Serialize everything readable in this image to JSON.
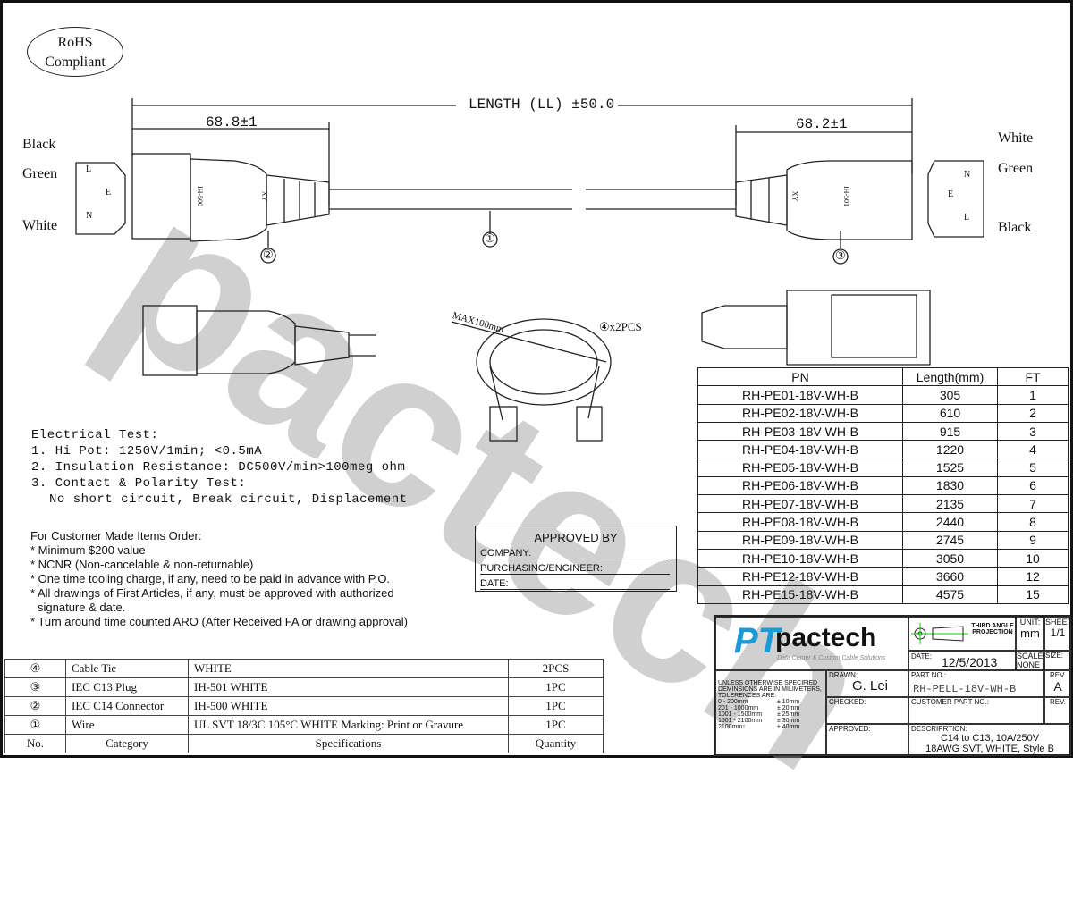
{
  "rohs": [
    "RoHS",
    "Compliant"
  ],
  "dimensions": {
    "length": "LENGTH (LL) ±50.0",
    "left": "68.8±1",
    "right": "68.2±1"
  },
  "wire_colors_left": [
    "Black",
    "Green",
    "White"
  ],
  "wire_colors_right": [
    "White",
    "Green",
    "Black"
  ],
  "pin_letters": {
    "left": [
      "L",
      "E",
      "N"
    ],
    "right": [
      "N",
      "E",
      "L"
    ]
  },
  "connector_marks": {
    "c14": "IH-500",
    "c13": "IH-501",
    "xy": "XY"
  },
  "callouts": {
    "wire": "①",
    "c14": "②",
    "c13": "③",
    "tie": "④x2PCS",
    "max": "MAX100mm"
  },
  "electrical_test": {
    "title": "Electrical Test:",
    "items": [
      "1. Hi Pot: 1250V/1min; <0.5mA",
      "2. Insulation Resistance: DC500V/min>100meg ohm",
      "3. Contact & Polarity Test:",
      "No short circuit, Break circuit, Displacement"
    ]
  },
  "customer_order": {
    "title": "For Customer Made Items Order:",
    "items": [
      "* Minimum $200 value",
      "* NCNR (Non-cancelable & non-returnable)",
      "* One time tooling charge, if any, need to be paid in advance with P.O.",
      "* All drawings of First Articles, if any, must be approved with authorized",
      "signature & date.",
      "* Turn around time counted ARO (After Received FA or drawing approval)"
    ]
  },
  "approved": {
    "title": "APPROVED  BY",
    "fields": [
      "COMPANY:",
      "PURCHASING/ENGINEER:",
      "DATE:"
    ]
  },
  "pn_table": {
    "headers": [
      "PN",
      "Length(mm)",
      "FT"
    ],
    "rows": [
      [
        "RH-PE01-18V-WH-B",
        "305",
        "1"
      ],
      [
        "RH-PE02-18V-WH-B",
        "610",
        "2"
      ],
      [
        "RH-PE03-18V-WH-B",
        "915",
        "3"
      ],
      [
        "RH-PE04-18V-WH-B",
        "1220",
        "4"
      ],
      [
        "RH-PE05-18V-WH-B",
        "1525",
        "5"
      ],
      [
        "RH-PE06-18V-WH-B",
        "1830",
        "6"
      ],
      [
        "RH-PE07-18V-WH-B",
        "2135",
        "7"
      ],
      [
        "RH-PE08-18V-WH-B",
        "2440",
        "8"
      ],
      [
        "RH-PE09-18V-WH-B",
        "2745",
        "9"
      ],
      [
        "RH-PE10-18V-WH-B",
        "3050",
        "10"
      ],
      [
        "RH-PE12-18V-WH-B",
        "3660",
        "12"
      ],
      [
        "RH-PE15-18V-WH-B",
        "4575",
        "15"
      ]
    ]
  },
  "bom": {
    "headers": [
      "No.",
      "Category",
      "Specifications",
      "Quantity"
    ],
    "rows": [
      [
        "④",
        "Cable Tie",
        "WHITE",
        "2PCS"
      ],
      [
        "③",
        "IEC C13 Plug",
        "IH-501 WHITE",
        "1PC"
      ],
      [
        "②",
        "IEC C14 Connector",
        "IH-500 WHITE",
        "1PC"
      ],
      [
        "①",
        "Wire",
        "UL SVT 18/3C 105°C WHITE Marking: Print or Gravure",
        "1PC"
      ]
    ]
  },
  "title_block": {
    "logo": "pactech",
    "logo_mark": "PT",
    "tagline": "Data Center & Custom Cable Solutions",
    "projection": "THIRD ANGLE PROJECTION",
    "unit_label": "UNIT:",
    "unit": "mm",
    "sheet_label": "SHEET:",
    "sheet": "1/1",
    "date_label": "DATE:",
    "date": "12/5/2013",
    "scale_label": "SCALE:",
    "scale": "NONE",
    "size_label": "SIZE:",
    "tolerance_title": [
      "UNLESS OTHERWISE SPECIFIED",
      "DEMINSIONS ARE IN MILIMETERS,",
      "TOLERENCES ARE:"
    ],
    "tolerances": [
      [
        "0 - 200mm",
        "± 10mm"
      ],
      [
        "201 - 1000mm",
        "± 20mm"
      ],
      [
        "1001 - 1500mm",
        "± 25mm"
      ],
      [
        "1501 - 2100mm",
        "± 30mm"
      ],
      [
        "2100mm↑",
        "± 40mm"
      ]
    ],
    "drawn_label": "DRAWN:",
    "drawn": "G. Lei",
    "checked_label": "CHECKED:",
    "approved_label": "APPROVED:",
    "part_no_label": "PART NO.:",
    "part_no": "RH-PELL-18V-WH-B",
    "rev_label": "REV.",
    "rev": "A",
    "customer_part_label": "CUSTOMER PART NO.:",
    "rev2_label": "REV.",
    "description_label": "DESCRIPRTION:",
    "description": [
      "C14 to C13, 10A/250V",
      "18AWG SVT, WHITE, Style B"
    ],
    "brand_color": "#1a9ad6"
  },
  "watermark": "pactech"
}
